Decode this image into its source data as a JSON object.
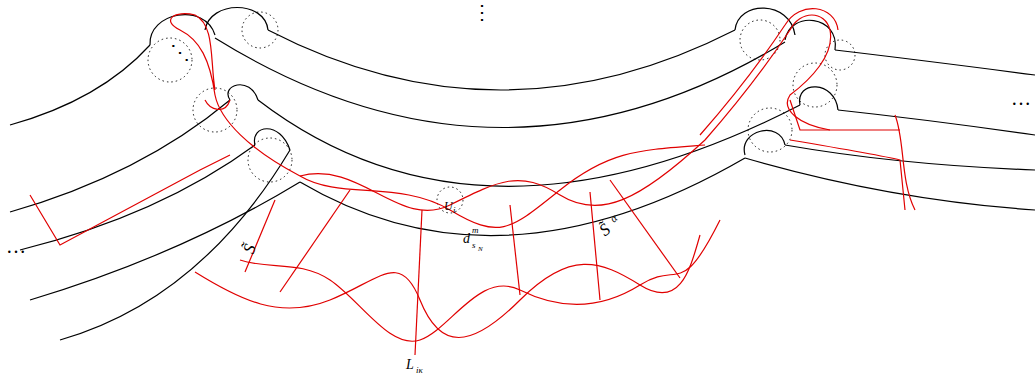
{
  "diagram": {
    "labels": [
      "⋮",
      "⋱",
      "…",
      "…",
      "U",
      "i",
      "d",
      "m",
      "s",
      "N",
      "S̃",
      "S̃",
      "α",
      "L",
      "iκ"
    ]
  }
}
